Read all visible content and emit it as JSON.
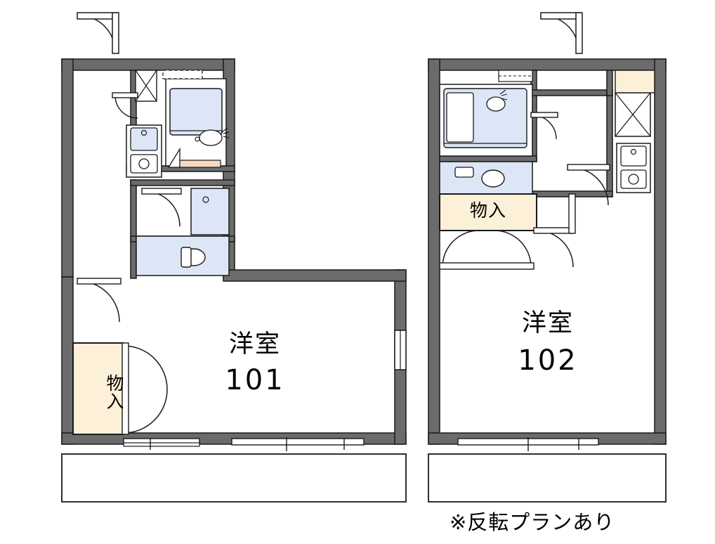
{
  "page": {
    "type": "floor-plan",
    "background": "#ffffff",
    "wall_color": "#6b6b6b",
    "line_color": "#1a1a1a",
    "fixture_fill": "#dce6f7",
    "closet_fill": "#fdf0d8"
  },
  "units": [
    {
      "id": "unit-101",
      "room_label": "洋室",
      "room_number": "101",
      "closet_label": "物入"
    },
    {
      "id": "unit-102",
      "room_label": "洋室",
      "room_number": "102",
      "closet_label": "物入"
    }
  ],
  "footnote": "※反転プランあり"
}
